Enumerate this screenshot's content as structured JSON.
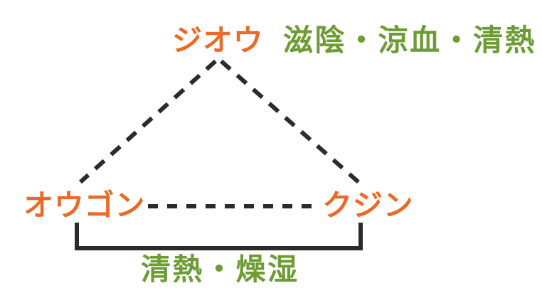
{
  "diagram": {
    "title_text_present": false,
    "colors": {
      "herb": "#ea6a27",
      "action": "#6d9c34",
      "line": "#2b2b2b",
      "background": "#ffffff"
    },
    "nodes": [
      {
        "id": "jiou",
        "label": "ジオウ",
        "role": "herb",
        "position": "apex"
      },
      {
        "id": "ougon",
        "label": "オウゴン",
        "role": "herb",
        "position": "bottom-left"
      },
      {
        "id": "kujin",
        "label": "クジン",
        "role": "herb",
        "position": "bottom-right"
      }
    ],
    "annotations": [
      {
        "id": "jiou-action",
        "text": "滋陰・涼血・清熱",
        "role": "action",
        "attached_to": "jiou"
      },
      {
        "id": "bottom-action",
        "text": "清熱・燥湿",
        "role": "action",
        "attached_to": "ougon-kujin-bracket"
      }
    ],
    "connectors": [
      {
        "id": "jiou-ougon",
        "style": "dashed",
        "from": "jiou",
        "to": "ougon"
      },
      {
        "id": "jiou-kujin",
        "style": "dashed",
        "from": "jiou",
        "to": "kujin"
      },
      {
        "id": "ougon-kujin",
        "style": "dashed",
        "from": "ougon",
        "to": "kujin"
      },
      {
        "id": "bottom-bracket",
        "style": "solid-bracket",
        "from": "ougon",
        "to": "kujin"
      }
    ]
  }
}
